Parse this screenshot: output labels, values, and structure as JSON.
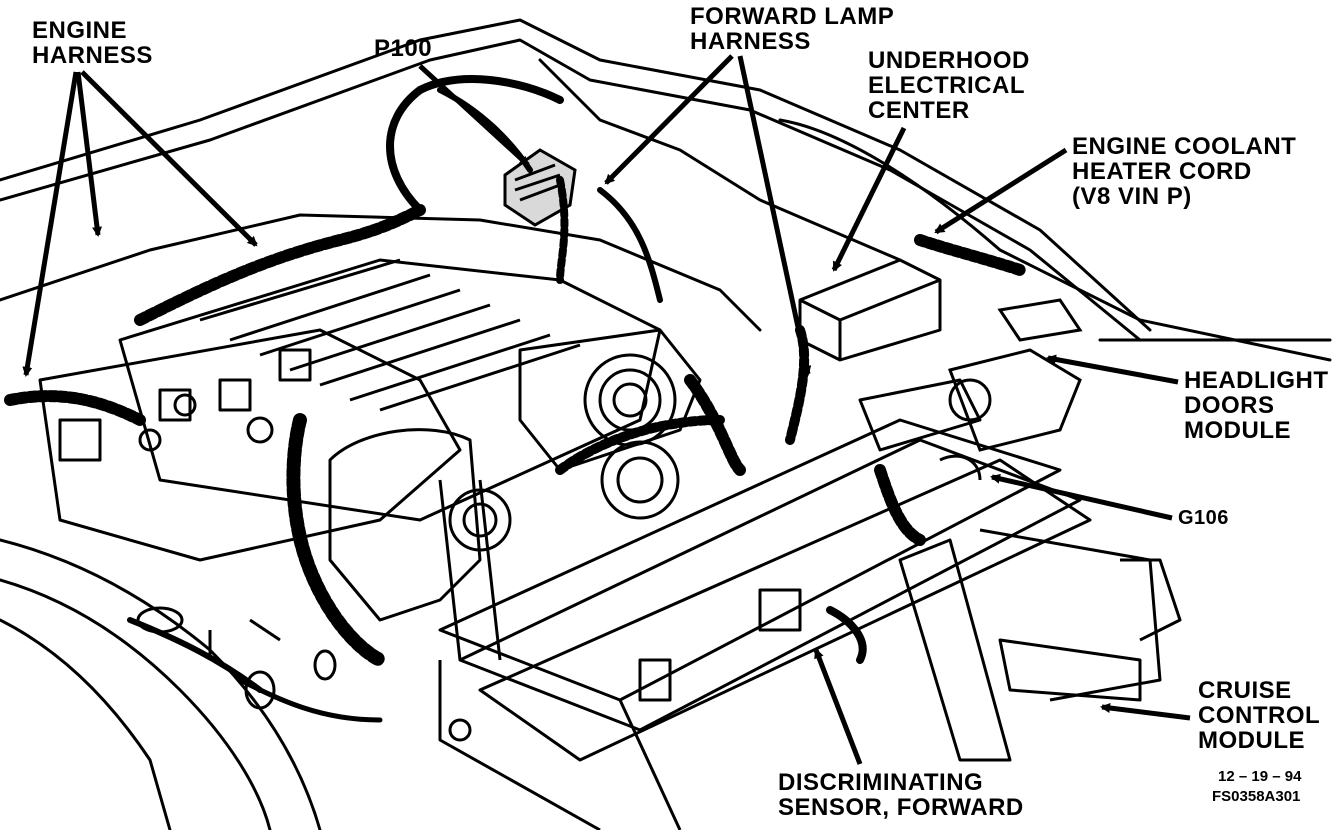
{
  "colors": {
    "ink": "#000000",
    "paper": "#ffffff"
  },
  "labels": {
    "engine_harness": [
      "ENGINE",
      "HARNESS"
    ],
    "p100": "P100",
    "forward_lamp_harness": [
      "FORWARD LAMP",
      "HARNESS"
    ],
    "underhood_electrical_center": [
      "UNDERHOOD",
      "ELECTRICAL",
      "CENTER"
    ],
    "engine_coolant_heater_cord": [
      "ENGINE COOLANT",
      "HEATER CORD",
      "(V8  VIN P)"
    ],
    "headlight_doors_module": [
      "HEADLIGHT",
      "DOORS",
      "MODULE"
    ],
    "g106": "G106",
    "cruise_control_module": [
      "CRUISE",
      "CONTROL",
      "MODULE"
    ],
    "discriminating_sensor_forward": [
      "DISCRIMINATING",
      "SENSOR, FORWARD"
    ],
    "date_code": "12 – 19 – 94",
    "figure_code": "FS0358A301"
  }
}
